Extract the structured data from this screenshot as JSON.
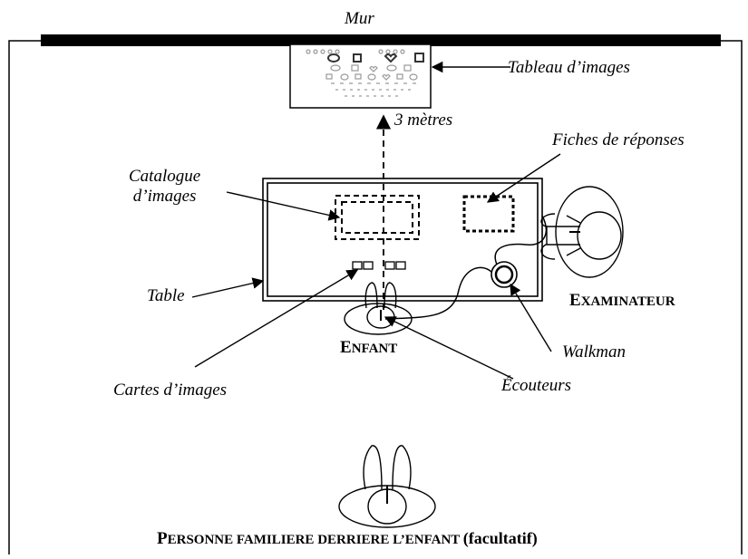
{
  "labels": {
    "wall": "Mur",
    "chart": "Tableau d’images",
    "distance": "3 mètres",
    "response_sheets": "Fiches de réponses",
    "catalogue_line1": "Catalogue",
    "catalogue_line2": "d’images",
    "table": "Table",
    "examiner_initial": "E",
    "examiner_rest": "XAMINATEUR",
    "child_initial": "E",
    "child_rest": "NFANT",
    "walkman": "Walkman",
    "picture_cards": "Cartes d’images",
    "headphones": "Écouteurs",
    "familiar_person_initial": "P",
    "familiar_person_rest": "ERSONNE FAMILIERE DERRIERE L’ENFANT",
    "familiar_person_optional": "(facultatif)"
  },
  "colors": {
    "ink": "#000000",
    "wall": "#000000",
    "background": "#ffffff",
    "chart_symbols": "#9a9a9a"
  }
}
